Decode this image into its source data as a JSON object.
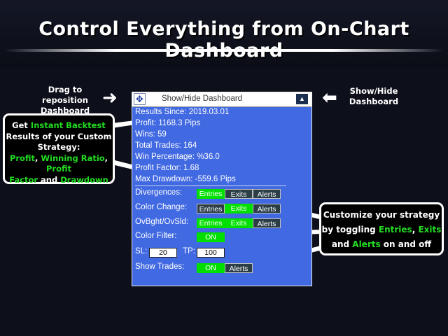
{
  "banner": {
    "headline": "Control Everything from On-Chart Dashboard"
  },
  "annotations": {
    "drag": [
      "Drag to reposition",
      "Dashboard"
    ],
    "showhide": [
      "Show/Hide",
      "Dashboard"
    ],
    "left_callout": {
      "line1_pre": "Get ",
      "line1_hl": "Instant Backtest",
      "line2": "Results of your Custom",
      "line3": "Strategy:",
      "line4_a": "Profit",
      "line4_sep1": ", ",
      "line4_b": "Winning Ratio",
      "line4_sep2": ", ",
      "line4_c": "Profit",
      "line5_a": "Factor",
      "line5_and": " and ",
      "line5_b": "Drawdown"
    },
    "right_callout": {
      "line1": "Customize your strategy",
      "line2_pre": "by toggling ",
      "line2_a": "Entries",
      "line2_sep": ", ",
      "line2_b": "Exits",
      "line3_pre": "and ",
      "line3_a": "Alerts",
      "line3_post": " on and off"
    }
  },
  "dashboard": {
    "title": "Show/Hide Dashboard",
    "move_icon": "move-icon",
    "collapse_icon": "triangle-up-icon",
    "stats": [
      "Results Since: 2019.03.01",
      "Profit: 1168.3 Pips",
      "Wins: 59",
      "Total Trades: 164",
      "Win Percentage: %36.0",
      "Profit Factor: 1.68",
      "Max Drawdown: -559.6 Pips"
    ],
    "rows": {
      "divergences": {
        "label": "Divergences:",
        "entries": "Entries",
        "exits": "Exits",
        "alerts": "Alerts"
      },
      "color_change": {
        "label": "Color Change:",
        "entries": "Entries",
        "exits": "Exits",
        "alerts": "Alerts"
      },
      "ovbght": {
        "label": "OvBght/OvSld:",
        "entries": "Entries",
        "exits": "Exits",
        "alerts": "Alerts"
      },
      "color_filter": {
        "label": "Color Filter:",
        "toggle": "ON"
      },
      "sltp": {
        "sl_label": "SL:",
        "sl_value": "20",
        "tp_label": "TP:",
        "tp_value": "100"
      },
      "show_trades": {
        "label": "Show Trades:",
        "toggle": "ON",
        "alerts": "Alerts"
      }
    }
  },
  "colors": {
    "panel": "#4169e1",
    "on": "#00e000",
    "off": "#2b3e46",
    "highlight": "#22dd22"
  }
}
